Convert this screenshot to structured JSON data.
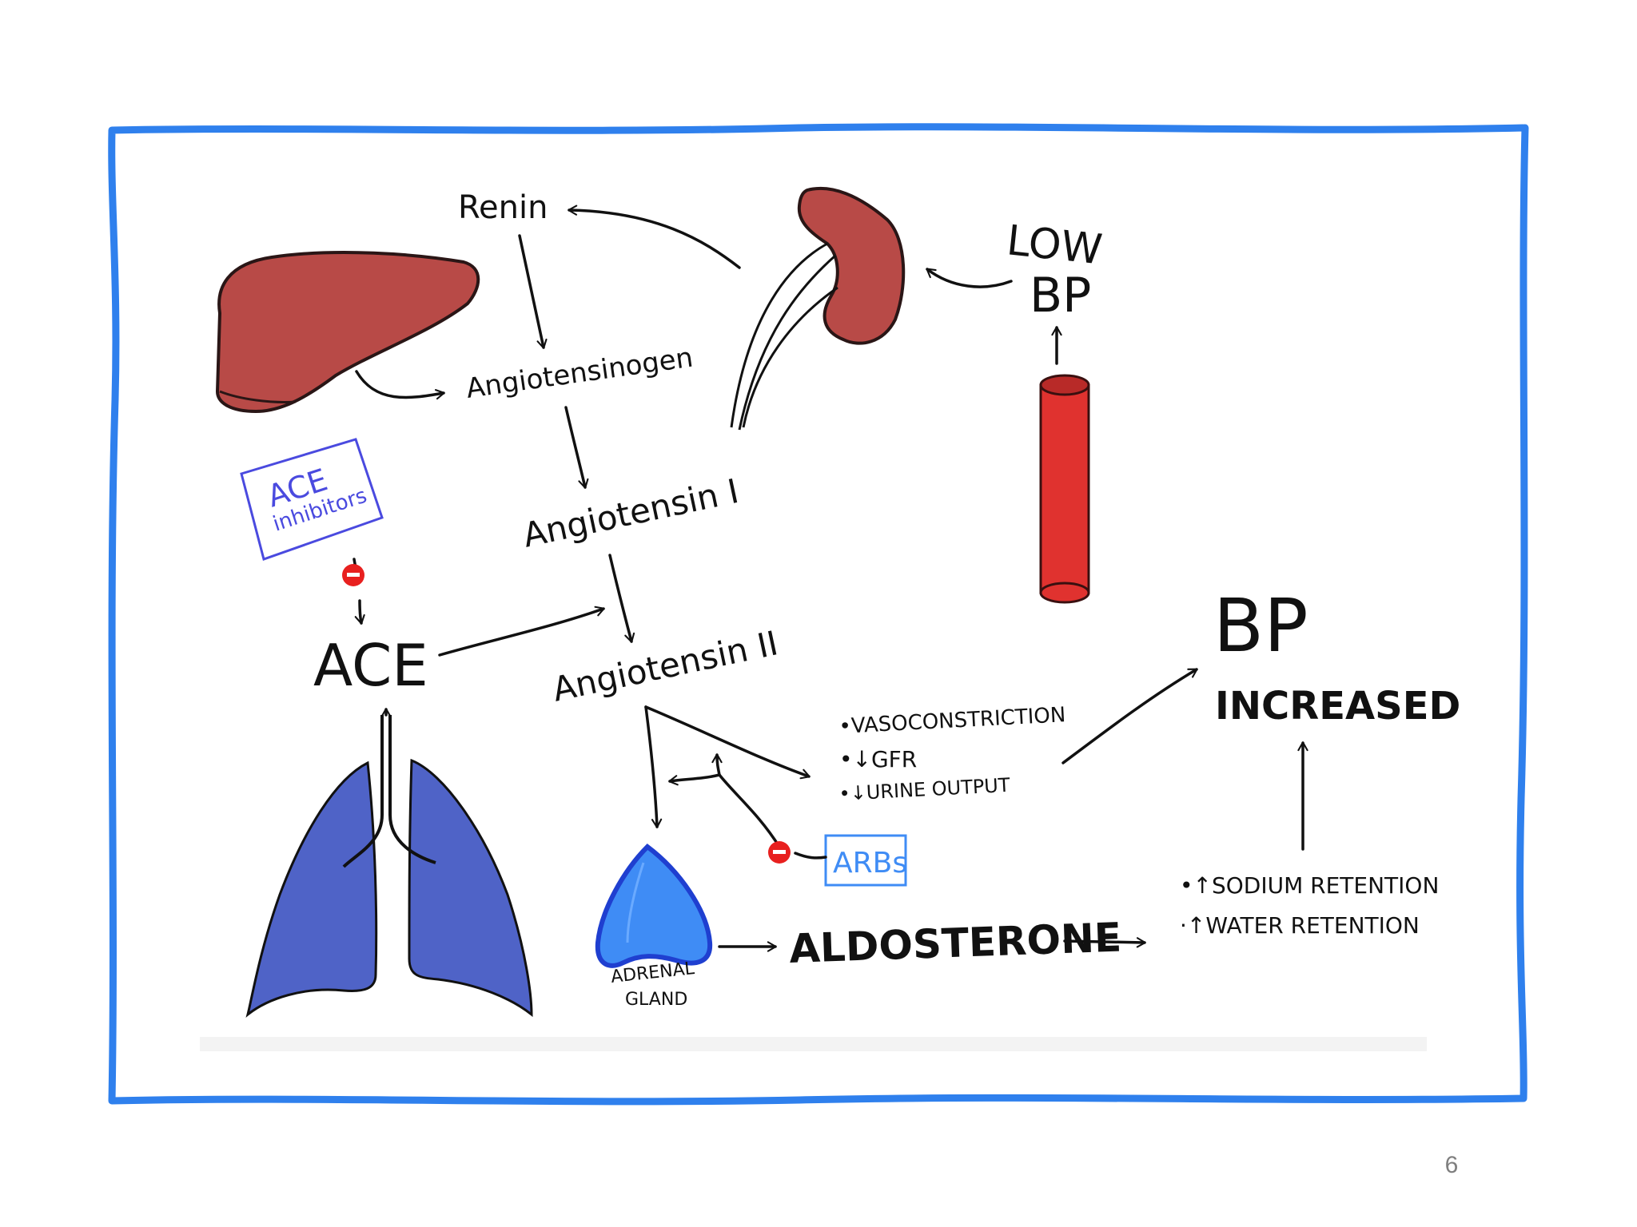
{
  "slide": {
    "page_number": "6"
  },
  "colors": {
    "frame": "#2f80ed",
    "organ_red": "#b84a47",
    "lungs_blue": "#4f63c7",
    "adrenal_blue": "#3f8cf5",
    "vessel_red": "#e0322f",
    "inhibitor_blue": "#4a4adf",
    "block_red": "#e8201f",
    "ink": "#111111"
  },
  "diagram": {
    "renin": "Renin",
    "angiotensinogen": "Angiotensinogen",
    "angiotensin_1": "Angiotensin I",
    "angiotensin_2": "Angiotensin II",
    "ace": "ACE",
    "low_bp": {
      "line1": "LOW",
      "line2": "BP"
    },
    "ace_inhibitors": {
      "line1": "ACE",
      "line2": "inhibitors"
    },
    "effects": [
      "•VASOCONSTRICTION",
      "•↓GFR",
      "•↓URINE OUTPUT"
    ],
    "arbs": "ARBs",
    "adrenal_gland": {
      "line1": "ADRENAL",
      "line2": "GLAND"
    },
    "aldosterone": "ALDOSTERONE",
    "retention": [
      "•↑SODIUM RETENTION",
      "·↑WATER RETENTION"
    ],
    "bp_increased": {
      "line1": "BP",
      "line2": "INCREASED"
    }
  }
}
